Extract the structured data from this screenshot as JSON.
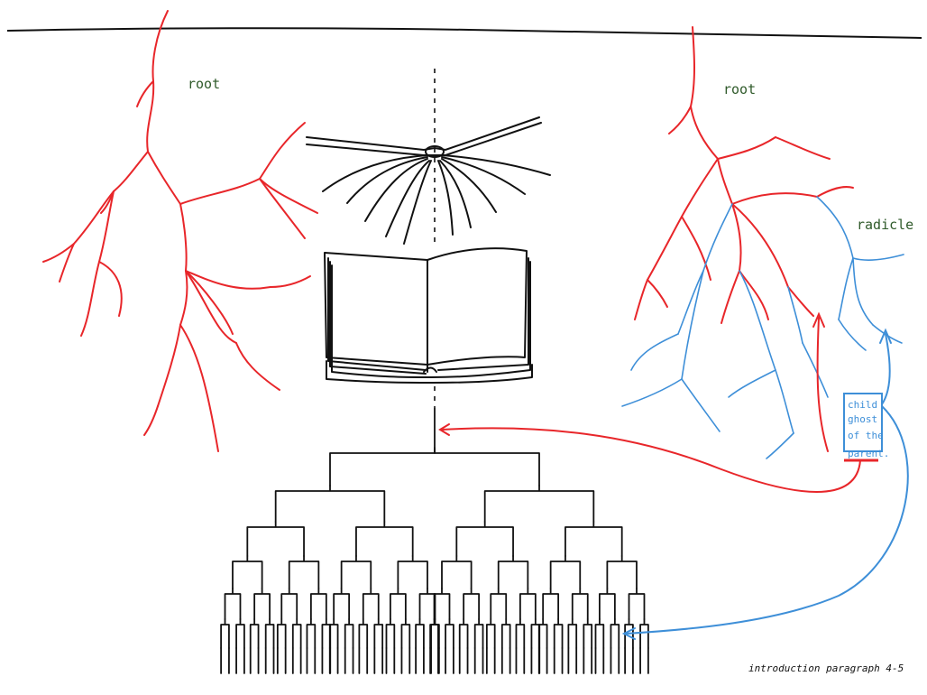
{
  "labels": {
    "root_left": "root",
    "root_right": "root",
    "radicle": "radicle",
    "box_line1": "child",
    "box_line2": "ghost",
    "box_line3": "of the",
    "box_line4": "parent.",
    "footer": "introduction paragraph 4-5"
  },
  "colors": {
    "root": "#e8262a",
    "radicle": "#3e8fd8",
    "ink": "#111111",
    "label_green": "#2f5a2a"
  }
}
